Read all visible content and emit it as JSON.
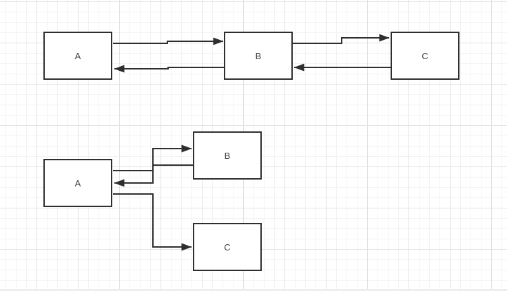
{
  "canvas": {
    "colors": {
      "background": "#ffffff",
      "grid-minor": "#f3f3f3",
      "grid-major": "#e2e2e2",
      "stroke": "#2e2e2e",
      "node-fill": "#ffffff",
      "label": "#3f3f3f",
      "canvas-edge": "#eeeeee"
    }
  },
  "diagram_top": {
    "boxes": [
      {
        "label": "A"
      },
      {
        "label": "B"
      },
      {
        "label": "C"
      }
    ],
    "connections": [
      {
        "from": "A",
        "to": "B",
        "direction": "right"
      },
      {
        "from": "B",
        "to": "A",
        "direction": "left"
      },
      {
        "from": "B",
        "to": "C",
        "direction": "right"
      },
      {
        "from": "C",
        "to": "B",
        "direction": "left"
      }
    ]
  },
  "diagram_bottom": {
    "boxes": [
      {
        "label": "A"
      },
      {
        "label": "B"
      },
      {
        "label": "C"
      }
    ],
    "connections": [
      {
        "from": "A",
        "to": "B",
        "direction": "up-right"
      },
      {
        "from": "B",
        "to": "A",
        "direction": "down-left"
      },
      {
        "from": "A",
        "to": "C",
        "direction": "down-right"
      }
    ]
  }
}
